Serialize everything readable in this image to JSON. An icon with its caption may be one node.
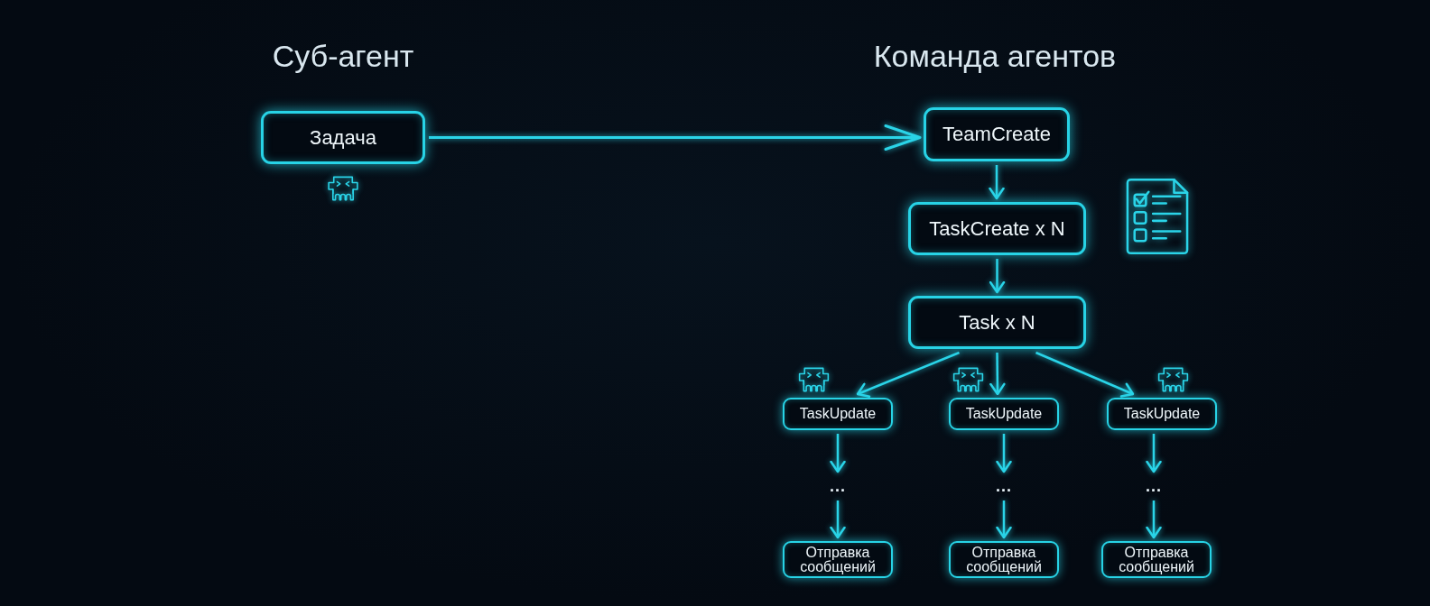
{
  "diagram": {
    "nodes": [
      {
        "text": [
          "Задача"
        ]
      },
      {
        "text": [
          "TeamCreate"
        ]
      },
      {
        "text": [
          "TaskCreate x N"
        ]
      },
      {
        "text": [
          "Task x N"
        ]
      },
      {
        "text": [
          "TaskUpdate"
        ]
      },
      {
        "text": [
          "TaskUpdate"
        ]
      },
      {
        "text": [
          "TaskUpdate"
        ]
      },
      {
        "text": [
          "..."
        ]
      },
      {
        "text": [
          "..."
        ]
      },
      {
        "text": [
          "..."
        ]
      },
      {
        "text": [
          "Отправка сообщений"
        ]
      },
      {
        "text": [
          "Отправка сообщений"
        ]
      },
      {
        "text": [
          "Отправка сообщений"
        ]
      }
    ],
    "edges": [
      {
        "from": 0,
        "to": 1,
        "arrow": "to"
      },
      {
        "from": 1,
        "to": 2,
        "arrow": "to"
      },
      {
        "from": 2,
        "to": 3,
        "arrow": "to"
      },
      {
        "from": 3,
        "to": 4,
        "arrow": "to"
      },
      {
        "from": 3,
        "to": 5,
        "arrow": "to"
      },
      {
        "from": 3,
        "to": 6,
        "arrow": "to"
      },
      {
        "from": 4,
        "to": 7,
        "arrow": "to"
      },
      {
        "from": 7,
        "to": 10,
        "arrow": "to"
      },
      {
        "from": 5,
        "to": 8,
        "arrow": "to"
      },
      {
        "from": 8,
        "to": 11,
        "arrow": "to"
      },
      {
        "from": 6,
        "to": 9,
        "arrow": "to"
      },
      {
        "from": 9,
        "to": 12,
        "arrow": "to"
      }
    ],
    "labels": [
      "Суб-агент",
      "Команда агентов"
    ]
  }
}
